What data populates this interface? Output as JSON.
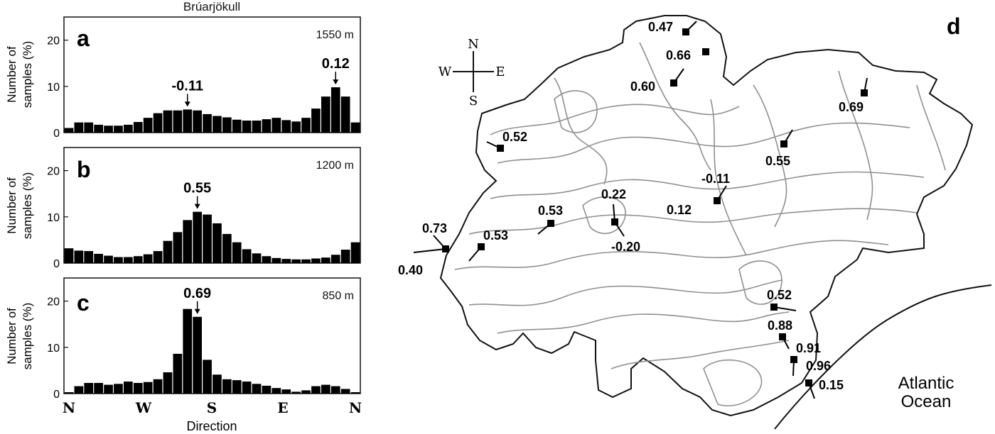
{
  "figure": {
    "glacier_title": "Brúarjökull",
    "shared_ylabel_line1": "Number of",
    "shared_ylabel_line2": "samples (%)",
    "xlabel": "Direction",
    "x_ticks": [
      "N",
      "W",
      "S",
      "E",
      "N"
    ]
  },
  "chart_data": [
    {
      "type": "bar",
      "panel_letter": "a",
      "elevation": "1550 m",
      "ylim": [
        0,
        25
      ],
      "y_ticks": [
        0,
        10,
        20
      ],
      "values": [
        1,
        2.2,
        2.2,
        1.7,
        1.5,
        1.5,
        1.7,
        2.3,
        3.2,
        4.2,
        4.8,
        4.8,
        5,
        4.8,
        4,
        3.6,
        3.3,
        2.8,
        2.6,
        2.6,
        2.9,
        3.2,
        2.7,
        2.4,
        3.2,
        5.2,
        7.8,
        9.8,
        7.8,
        2.2
      ],
      "annotations": [
        {
          "text": "-0.11",
          "bin": 12
        },
        {
          "text": "0.12",
          "bin": 27
        }
      ]
    },
    {
      "type": "bar",
      "panel_letter": "b",
      "elevation": "1200 m",
      "ylim": [
        0,
        25
      ],
      "y_ticks": [
        0,
        10,
        20
      ],
      "values": [
        3.2,
        2.7,
        2.6,
        2,
        1.6,
        1.3,
        1.3,
        1.5,
        1.9,
        2.6,
        4.8,
        6.7,
        9.3,
        11.1,
        10.5,
        8.6,
        6.3,
        4.5,
        3,
        2.1,
        1.5,
        1.1,
        0.9,
        0.8,
        0.8,
        1,
        1.2,
        1.8,
        2.9,
        4.5
      ],
      "annotations": [
        {
          "text": "0.55",
          "bin": 13
        }
      ]
    },
    {
      "type": "bar",
      "panel_letter": "c",
      "elevation": "850 m",
      "ylim": [
        0,
        25
      ],
      "y_ticks": [
        0,
        10,
        20
      ],
      "values": [
        0.3,
        1.6,
        2.3,
        2.3,
        1.9,
        2.1,
        2.6,
        2.3,
        2.5,
        3.1,
        4.6,
        8.6,
        18.3,
        16.6,
        7.3,
        4.1,
        3.1,
        2.9,
        2.6,
        2.1,
        1.7,
        1.2,
        0.9,
        0.4,
        0.7,
        1.6,
        1.9,
        1.6,
        1,
        0.3
      ],
      "annotations": [
        {
          "text": "0.69",
          "bin": 13
        }
      ]
    }
  ],
  "map": {
    "panel_letter": "d",
    "compass": {
      "north": "N",
      "south": "S",
      "east": "E",
      "west": "W"
    },
    "ocean_line1": "Atlantic",
    "ocean_line2": "Ocean",
    "station_labels": [
      "0.47",
      "0.66",
      "0.60",
      "0.69",
      "0.52",
      "0.55",
      "-0.11",
      "0.12",
      "0.22",
      "0.53",
      "0.73",
      "0.53",
      "-0.20",
      "0.40",
      "0.52",
      "0.88",
      "0.91",
      "0.96",
      "0.15"
    ]
  }
}
